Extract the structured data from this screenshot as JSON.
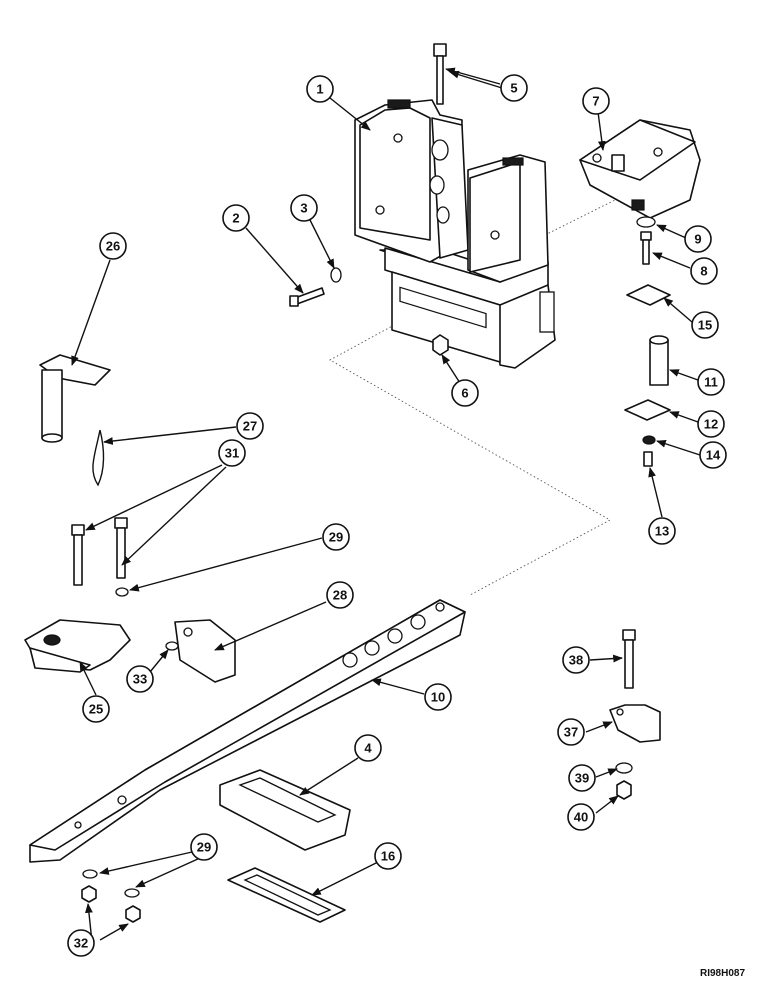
{
  "drawing": {
    "reference_code": "RI98H087"
  },
  "callouts": [
    "1",
    "2",
    "3",
    "4",
    "5",
    "6",
    "7",
    "8",
    "9",
    "10",
    "11",
    "12",
    "13",
    "14",
    "15",
    "16",
    "25",
    "26",
    "27",
    "28",
    "29",
    "29",
    "31",
    "32",
    "33",
    "37",
    "38",
    "39",
    "40"
  ]
}
